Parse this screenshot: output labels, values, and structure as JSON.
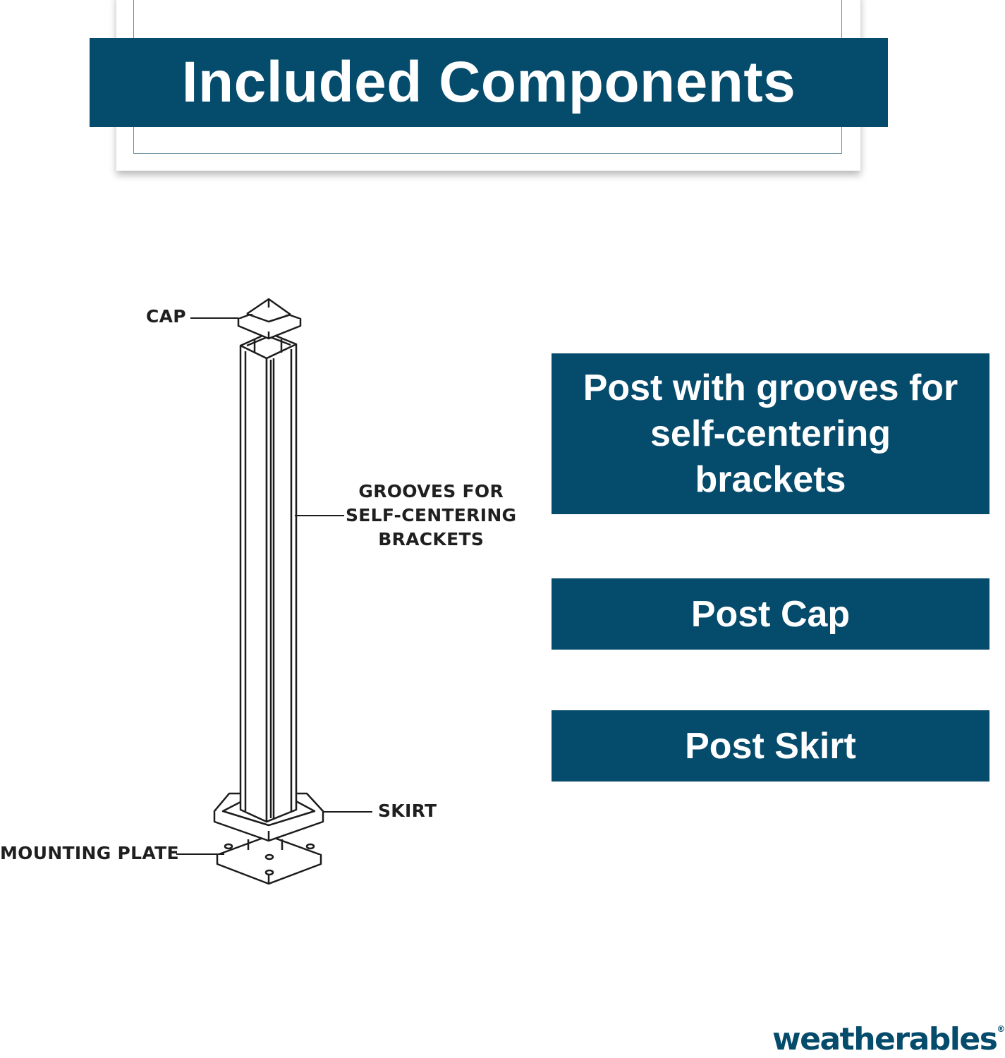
{
  "header": {
    "title": "Included Components"
  },
  "diagram": {
    "labels": {
      "cap": "CAP",
      "grooves_line1": "GROOVES FOR",
      "grooves_line2": "SELF-CENTERING",
      "grooves_line3": "BRACKETS",
      "skirt": "SKIRT",
      "mounting_plate": "MOUNTING PLATE"
    }
  },
  "features": [
    {
      "label": "Post with grooves for self-centering brackets"
    },
    {
      "label": "Post Cap"
    },
    {
      "label": "Post Skirt"
    }
  ],
  "brand": {
    "name": "weatherables",
    "registered_mark": "®"
  },
  "colors": {
    "brand": "#054b6c",
    "text_dark": "#1f1f1f",
    "background": "#ffffff"
  }
}
